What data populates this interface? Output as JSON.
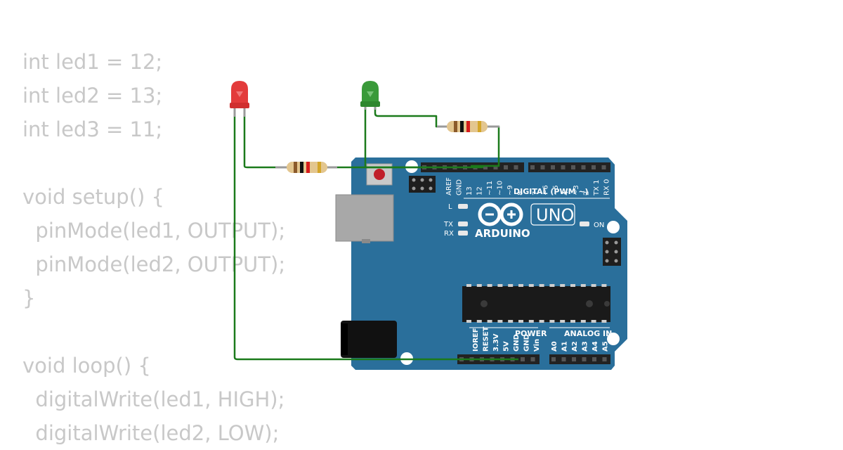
{
  "code_lines": [
    "int led1 = 12;",
    "int led2 = 13;",
    "int led3 = 11;",
    "",
    "void setup() {",
    "  pinMode(led1, OUTPUT);",
    "  pinMode(led2, OUTPUT);",
    "}",
    "",
    "void loop() {",
    "  digitalWrite(led1, HIGH);",
    "  digitalWrite(led2, LOW);"
  ],
  "board": {
    "brand": "ARDUINO",
    "model": "UNO",
    "digital_header_label": "DIGITAL (PWM ~)",
    "power_header_label": "POWER",
    "analog_header_label": "ANALOG IN",
    "led_l": "L",
    "led_tx": "TX",
    "led_rx": "RX",
    "led_on": "ON",
    "digital_pins_left": [
      "AREF",
      "GND",
      "13",
      "12",
      "~11",
      "~10",
      "~9",
      "8"
    ],
    "digital_pins_right": [
      "7",
      "~6",
      "~5",
      "4",
      "~3",
      "2",
      "TX 1",
      "RX 0"
    ],
    "power_pins": [
      "IOREF",
      "RESET",
      "3.3V",
      "5V",
      "GND",
      "GND",
      "Vin"
    ],
    "analog_pins": [
      "A0",
      "A1",
      "A2",
      "A3",
      "A4",
      "A5"
    ]
  },
  "components": {
    "led_red": {
      "color": "red"
    },
    "led_green": {
      "color": "green"
    }
  },
  "colors": {
    "board": "#2a6f9b",
    "wire": "#1b7a1b",
    "code_text": "#c8c8c8"
  }
}
